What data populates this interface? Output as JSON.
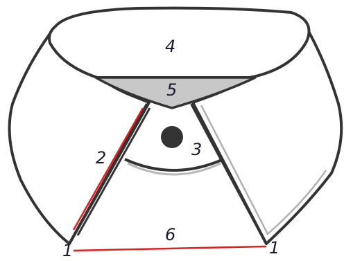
{
  "labels": {
    "collar_point_left": "1",
    "collar_point_right": "1",
    "front_edge": "2",
    "button": "3",
    "neckband": "4",
    "band_front": "5",
    "point_spread": "6"
  },
  "colors": {
    "outline": "#333333",
    "fill": "#ffffff",
    "band_front_fill": "#c8c8c8",
    "button_fill": "#333333",
    "highlight": "#e02020",
    "inner_gray": "#b0b0b0"
  }
}
